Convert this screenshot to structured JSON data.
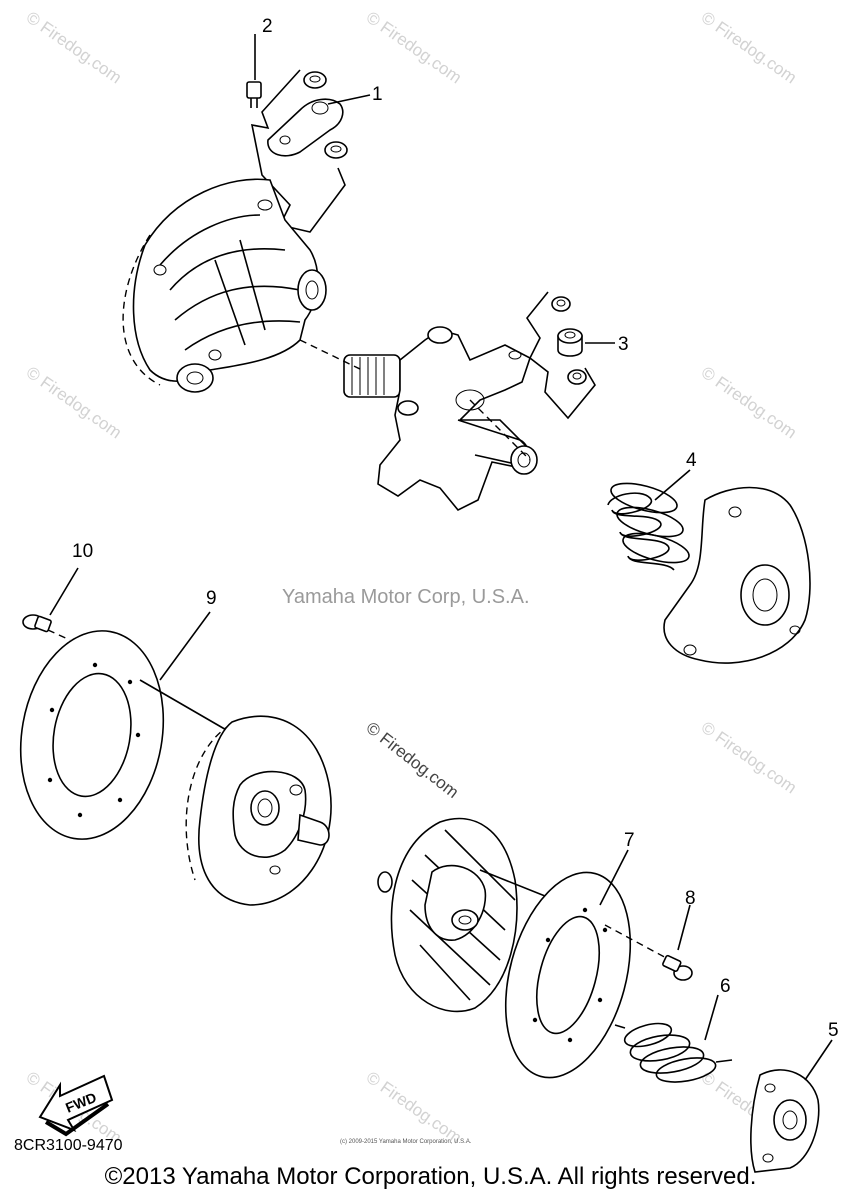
{
  "callouts": [
    "1",
    "2",
    "3",
    "4",
    "5",
    "6",
    "7",
    "8",
    "9",
    "10"
  ],
  "watermarks": {
    "firedog": "© Firedog.com",
    "center": "Yamaha Motor Corp, U.S.A."
  },
  "part_code": "8CR3100-9470",
  "fwd_label": "FWD",
  "fine_print": "(c) 2009-2015 Yamaha Motor Corporation, U.S.A.",
  "copyright": "©2013 Yamaha Motor Corporation, U.S.A. All rights reserved."
}
